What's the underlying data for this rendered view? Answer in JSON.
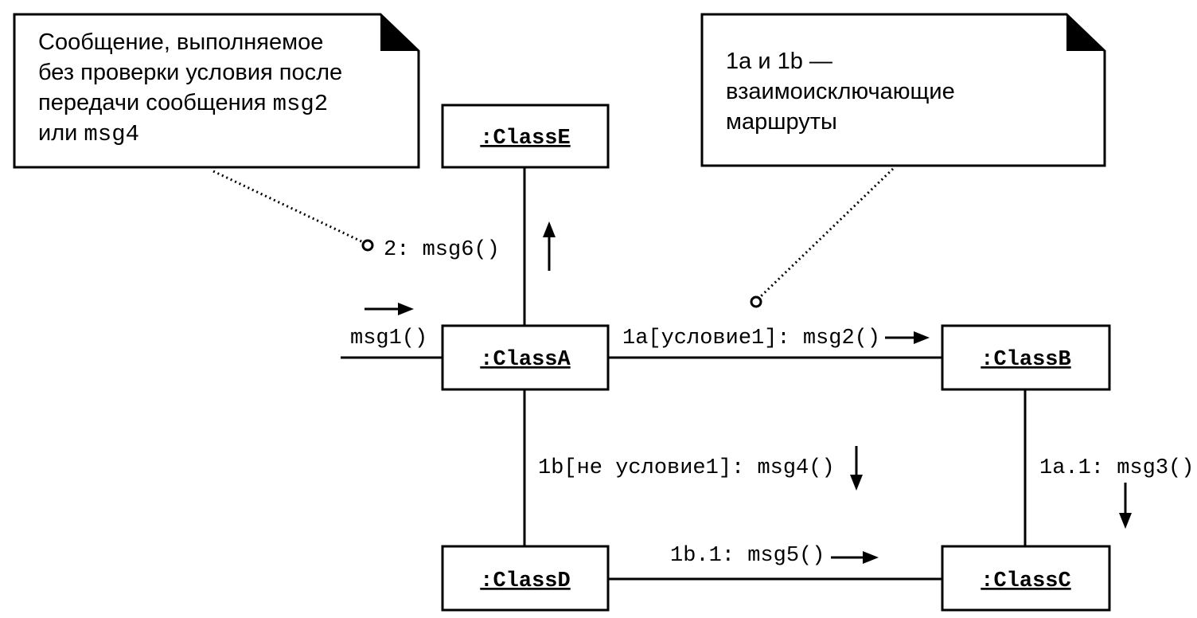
{
  "objects": {
    "classE": ":ClassE",
    "classA": ":ClassA",
    "classB": ":ClassB",
    "classC": ":ClassC",
    "classD": ":ClassD"
  },
  "messages": {
    "msg1": "msg1()",
    "msg6": "2: msg6()",
    "msg2": "1a[условие1]: msg2()",
    "msg4": "1b[не условие1]: msg4()",
    "msg3": "1a.1: msg3()",
    "msg5": "1b.1: msg5()"
  },
  "notes": {
    "left": {
      "line1": "Сообщение, выполняемое",
      "line2": "без проверки условия после",
      "line3_text": "передачи сообщения ",
      "line3_code": "msg2",
      "line4_text": "или ",
      "line4_code": "msg4"
    },
    "right": {
      "line1": "1a и 1b —",
      "line2": "взаимоисключающие",
      "line3": "маршруты"
    }
  }
}
